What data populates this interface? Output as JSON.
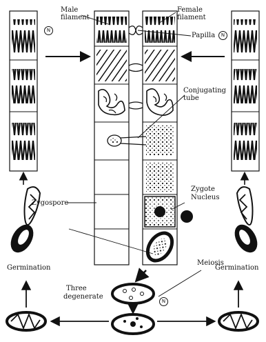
{
  "labels": {
    "male_filament_1": "Male",
    "male_filament_2": "filament",
    "female_filament_1": "Female",
    "female_filament_2": "filament",
    "papilla": "Papilla",
    "conjugating_tube_1": "Conjugating",
    "conjugating_tube_2": "tube",
    "zygote_nucleus_1": "Zygote",
    "zygote_nucleus_2": "Nucleus",
    "zygospore": "Zygospore",
    "meiosis": "Meiosis",
    "germination_left": "Germination",
    "germination_right": "Germination",
    "three_degenerate_1": "Three",
    "three_degenerate_2": "degenerate",
    "nucleus_symbol": "N"
  }
}
